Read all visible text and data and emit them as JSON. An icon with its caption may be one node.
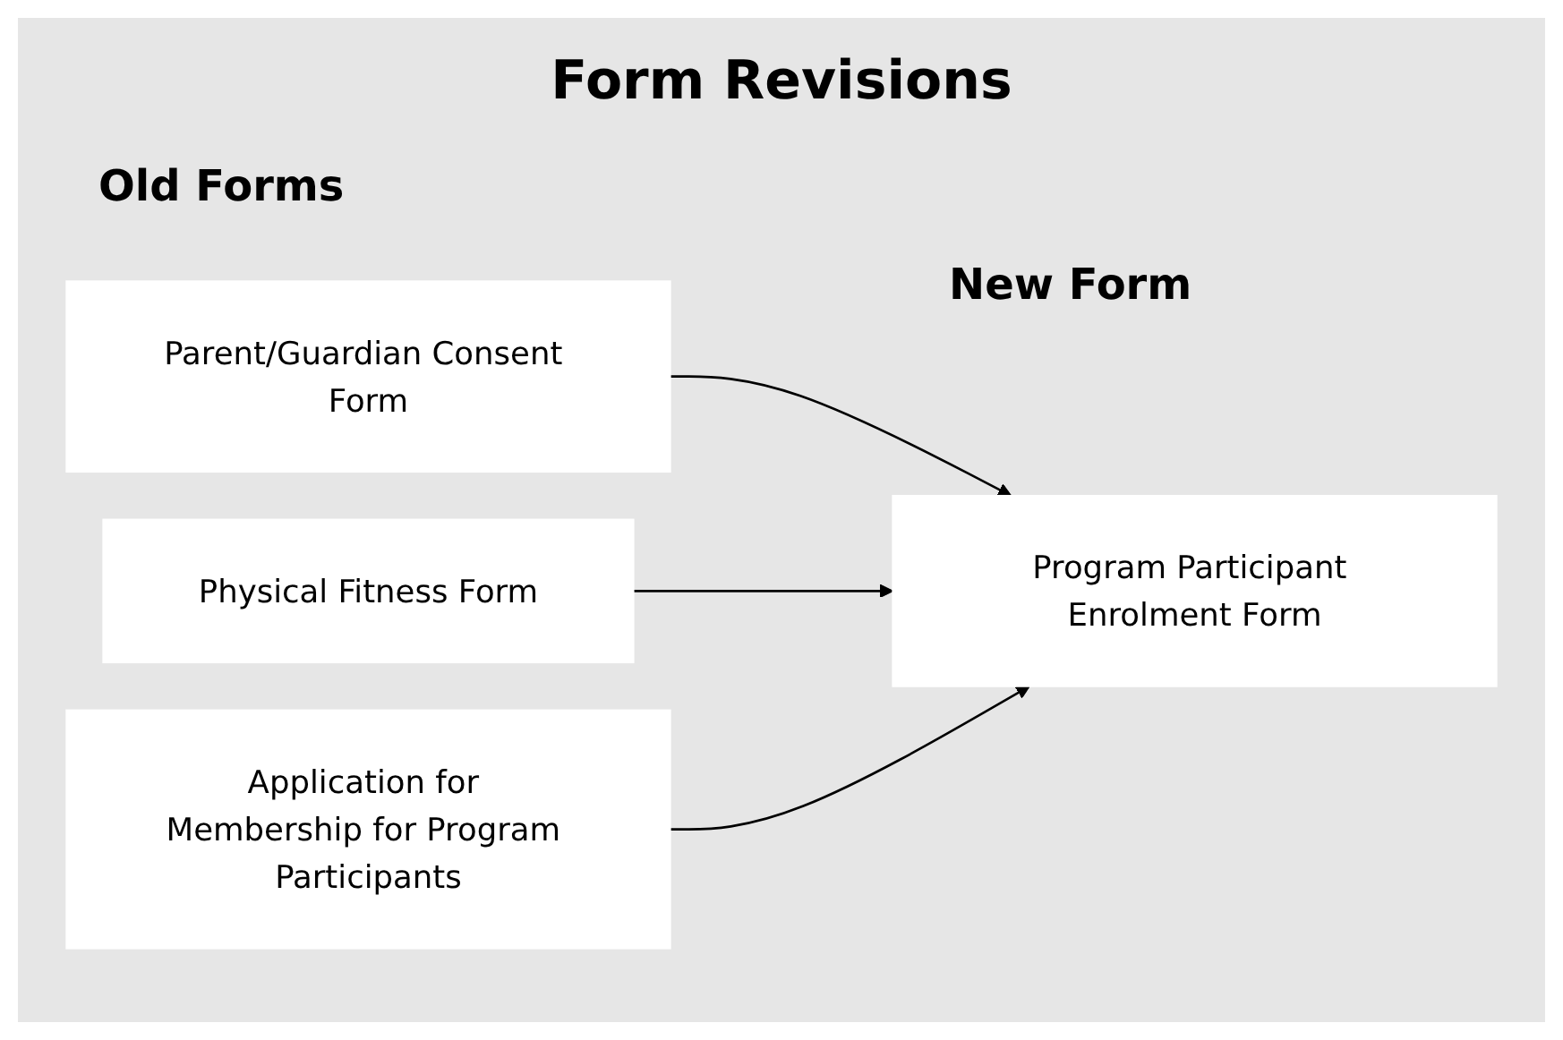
{
  "diagram": {
    "title": "Form Revisions",
    "nodes": [
      {
        "text": [
          "Parent/Guardian Consent Form"
        ]
      },
      {
        "text": [
          "Physical Fitness Form"
        ]
      },
      {
        "text": [
          "Application for Membership for Program Participants"
        ]
      },
      {
        "text": [
          "Program Participant Enrolment Form"
        ]
      }
    ],
    "edges": [
      {
        "from": 0,
        "to": 3,
        "arrow": "to"
      },
      {
        "from": 1,
        "to": 3,
        "arrow": "to"
      },
      {
        "from": 2,
        "to": 3,
        "arrow": "to"
      }
    ],
    "labels": [
      "Old Forms",
      "New Form"
    ]
  }
}
